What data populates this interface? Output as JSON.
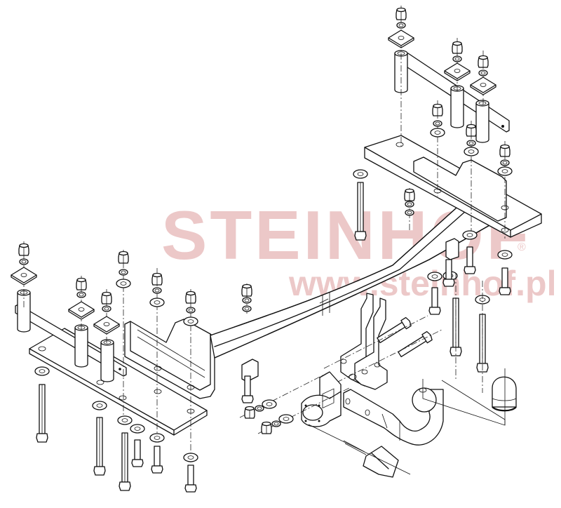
{
  "diagram": {
    "type": "exploded-view assembly drawing",
    "subject": "Detachable / fixed tow bar (towing hitch) installation kit",
    "colors": {
      "line": "#111111",
      "background": "#ffffff",
      "watermark": "#ecc8c8"
    }
  },
  "watermark": {
    "brand": "STEINHOF",
    "registered_mark": "®",
    "url": "www.steinhof.pl"
  },
  "components": [
    {
      "id": "main-crossbar",
      "label": "Main crossbar (bent square tube)"
    },
    {
      "id": "left-side-bracket",
      "label": "Left side mounting bracket (channel with flange plate)"
    },
    {
      "id": "right-side-bracket",
      "label": "Right side mounting bracket (channel with flange plate)"
    },
    {
      "id": "left-spacer-bar",
      "label": "Left spacer tubes with tie bar"
    },
    {
      "id": "right-spacer-bar",
      "label": "Right spacer tubes with tie bar"
    },
    {
      "id": "tow-ball-neck",
      "label": "Tow ball neck (hook) with ball"
    },
    {
      "id": "mounting-plates",
      "label": "Hitch mounting plates (twin brackets)"
    },
    {
      "id": "socket-plate",
      "label": "Electrical socket plate"
    },
    {
      "id": "electrical-socket",
      "label": "Electrical socket / connector"
    },
    {
      "id": "ball-cover",
      "label": "Ball cap cover"
    },
    {
      "id": "bolts",
      "label": "Bolts, nuts, spring washers, flat washers, square plates"
    }
  ]
}
